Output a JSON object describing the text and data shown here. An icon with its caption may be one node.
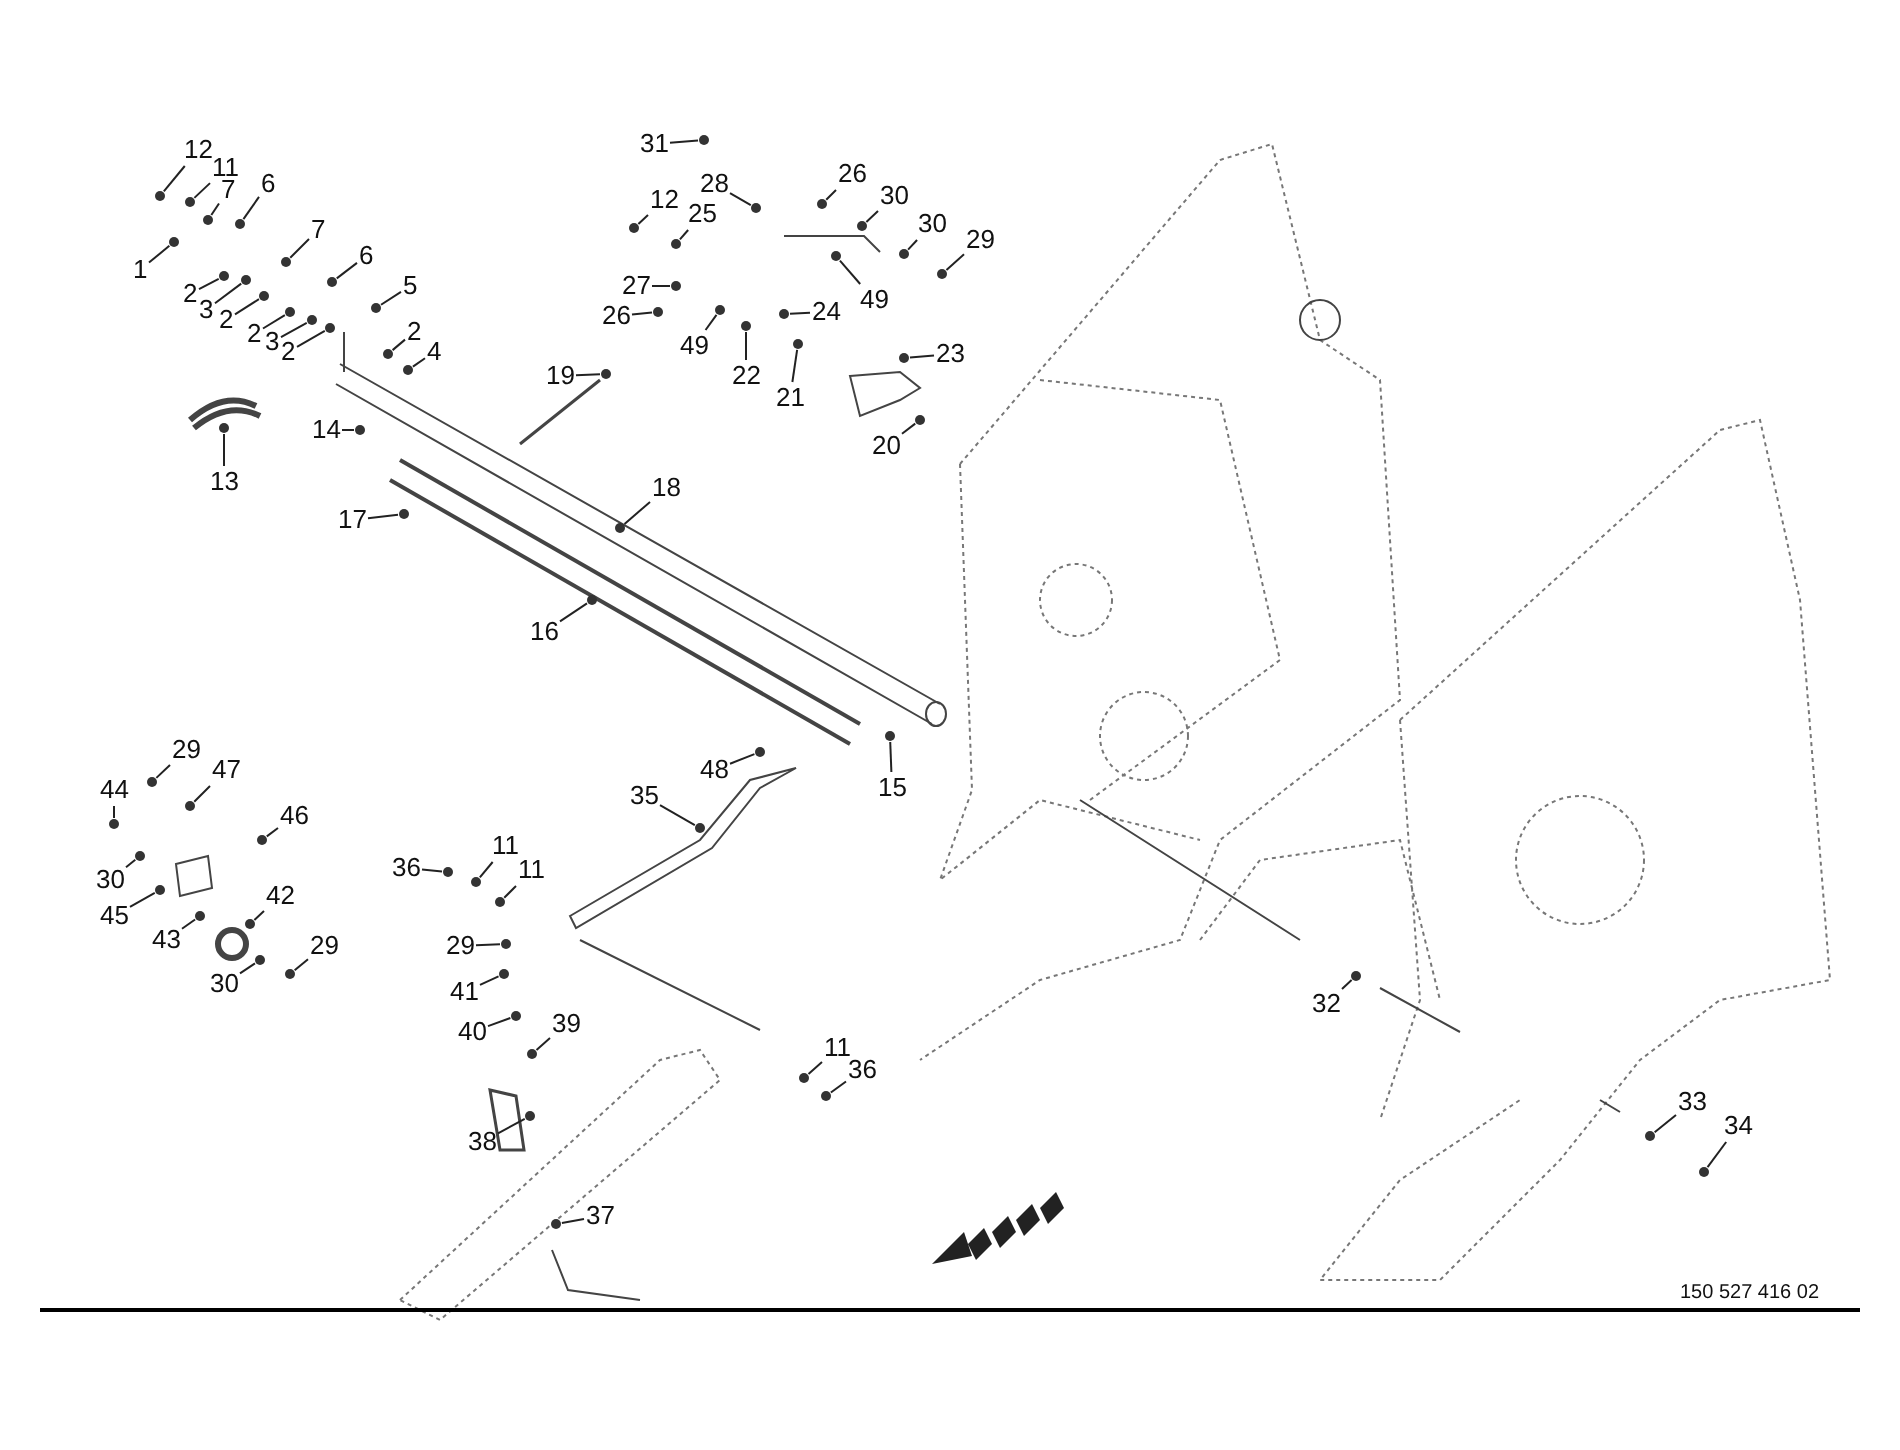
{
  "diagram": {
    "nodes": [
      {
        "text": [
          "12"
        ]
      },
      {
        "text": [
          "31"
        ]
      },
      {
        "text": [
          "11"
        ]
      },
      {
        "text": [
          "7"
        ]
      },
      {
        "text": [
          "6"
        ]
      },
      {
        "text": [
          "26"
        ]
      },
      {
        "text": [
          "28"
        ]
      },
      {
        "text": [
          "30"
        ]
      },
      {
        "text": [
          "12"
        ]
      },
      {
        "text": [
          "25"
        ]
      },
      {
        "text": [
          "30"
        ]
      },
      {
        "text": [
          "7"
        ]
      },
      {
        "text": [
          "29"
        ]
      },
      {
        "text": [
          "6"
        ]
      },
      {
        "text": [
          "1"
        ]
      },
      {
        "text": [
          "27"
        ]
      },
      {
        "text": [
          "5"
        ]
      },
      {
        "text": [
          "49"
        ]
      },
      {
        "text": [
          "2"
        ]
      },
      {
        "text": [
          "3"
        ]
      },
      {
        "text": [
          "26"
        ]
      },
      {
        "text": [
          "24"
        ]
      },
      {
        "text": [
          "2"
        ]
      },
      {
        "text": [
          "2"
        ]
      },
      {
        "text": [
          "2"
        ]
      },
      {
        "text": [
          "3"
        ]
      },
      {
        "text": [
          "49"
        ]
      },
      {
        "text": [
          "2"
        ]
      },
      {
        "text": [
          "4"
        ]
      },
      {
        "text": [
          "23"
        ]
      },
      {
        "text": [
          "22"
        ]
      },
      {
        "text": [
          "19"
        ]
      },
      {
        "text": [
          "21"
        ]
      },
      {
        "text": [
          "14"
        ]
      },
      {
        "text": [
          "20"
        ]
      },
      {
        "text": [
          "13"
        ]
      },
      {
        "text": [
          "18"
        ]
      },
      {
        "text": [
          "17"
        ]
      },
      {
        "text": [
          "16"
        ]
      },
      {
        "text": [
          "29"
        ]
      },
      {
        "text": [
          "47"
        ]
      },
      {
        "text": [
          "15"
        ]
      },
      {
        "text": [
          "48"
        ]
      },
      {
        "text": [
          "44"
        ]
      },
      {
        "text": [
          "35"
        ]
      },
      {
        "text": [
          "46"
        ]
      },
      {
        "text": [
          "36"
        ]
      },
      {
        "text": [
          "11"
        ]
      },
      {
        "text": [
          "11"
        ]
      },
      {
        "text": [
          "30"
        ]
      },
      {
        "text": [
          "42"
        ]
      },
      {
        "text": [
          "45"
        ]
      },
      {
        "text": [
          "43"
        ]
      },
      {
        "text": [
          "29"
        ]
      },
      {
        "text": [
          "29"
        ]
      },
      {
        "text": [
          "30"
        ]
      },
      {
        "text": [
          "41"
        ]
      },
      {
        "text": [
          "32"
        ]
      },
      {
        "text": [
          "40"
        ]
      },
      {
        "text": [
          "39"
        ]
      },
      {
        "text": [
          "11"
        ]
      },
      {
        "text": [
          "36"
        ]
      },
      {
        "text": [
          "33"
        ]
      },
      {
        "text": [
          "34"
        ]
      },
      {
        "text": [
          "38"
        ]
      },
      {
        "text": [
          "37"
        ]
      },
      {
        "text": [],
        "shape": "circle"
      },
      {
        "text": [],
        "shape": "circle"
      },
      {
        "text": [],
        "shape": "circle"
      },
      {
        "text": [],
        "shape": "circle"
      },
      {
        "text": [],
        "shape": "circle"
      },
      {
        "text": [],
        "shape": "circle"
      },
      {
        "text": [],
        "shape": "circle"
      },
      {
        "text": [],
        "shape": "circle"
      },
      {
        "text": [],
        "shape": "circle"
      },
      {
        "text": [],
        "shape": "circle"
      },
      {
        "text": [],
        "shape": "circle"
      },
      {
        "text": [],
        "shape": "circle"
      },
      {
        "text": [],
        "shape": "circle"
      },
      {
        "text": [],
        "shape": "circle"
      },
      {
        "text": [],
        "shape": "circle"
      },
      {
        "text": [],
        "shape": "circle"
      },
      {
        "text": [],
        "shape": "circle"
      },
      {
        "text": [],
        "shape": "circle"
      },
      {
        "text": [],
        "shape": "circle"
      },
      {
        "text": [],
        "shape": "circle"
      },
      {
        "text": [],
        "shape": "circle"
      },
      {
        "text": [],
        "shape": "circle"
      },
      {
        "text": [],
        "shape": "circle"
      },
      {
        "text": [],
        "shape": "circle"
      },
      {
        "text": [],
        "shape": "circle"
      },
      {
        "text": [],
        "shape": "circle"
      },
      {
        "text": [],
        "shape": "circle"
      },
      {
        "text": [],
        "shape": "circle"
      },
      {
        "text": [],
        "shape": "circle"
      },
      {
        "text": [],
        "shape": "circle"
      },
      {
        "text": [],
        "shape": "circle"
      },
      {
        "text": [],
        "shape": "circle"
      },
      {
        "text": [],
        "shape": "circle"
      },
      {
        "text": [],
        "shape": "circle"
      },
      {
        "text": [],
        "shape": "circle"
      },
      {
        "text": [],
        "shape": "circle"
      },
      {
        "text": [],
        "shape": "circle"
      },
      {
        "text": [],
        "shape": "circle"
      },
      {
        "text": [],
        "shape": "circle"
      },
      {
        "text": [],
        "shape": "circle"
      },
      {
        "text": [],
        "shape": "circle"
      },
      {
        "text": [],
        "shape": "circle"
      },
      {
        "text": [],
        "shape": "circle"
      },
      {
        "text": [],
        "shape": "circle"
      },
      {
        "text": [],
        "shape": "circle"
      },
      {
        "text": [],
        "shape": "circle"
      },
      {
        "text": [],
        "shape": "circle"
      },
      {
        "text": [],
        "shape": "circle"
      },
      {
        "text": [],
        "shape": "circle"
      },
      {
        "text": [],
        "shape": "circle"
      },
      {
        "text": [],
        "shape": "circle"
      },
      {
        "text": [],
        "shape": "circle"
      },
      {
        "text": [],
        "shape": "circle"
      },
      {
        "text": [],
        "shape": "circle"
      },
      {
        "text": [],
        "shape": "circle"
      },
      {
        "text": [],
        "shape": "circle"
      },
      {
        "text": [],
        "shape": "circle"
      },
      {
        "text": [],
        "shape": "circle"
      },
      {
        "text": [],
        "shape": "circle"
      },
      {
        "text": [],
        "shape": "circle"
      },
      {
        "text": [],
        "shape": "circle"
      },
      {
        "text": [],
        "shape": "circle"
      },
      {
        "text": [],
        "shape": "circle"
      },
      {
        "text": [],
        "shape": "circle"
      },
      {
        "text": [],
        "shape": "circle"
      },
      {
        "text": [],
        "shape": "circle"
      }
    ],
    "edges": [
      {
        "from": 0,
        "to": 66,
        "arrow": "none"
      },
      {
        "from": 1,
        "to": 67,
        "arrow": "none"
      },
      {
        "from": 2,
        "to": 68,
        "arrow": "none"
      },
      {
        "from": 3,
        "to": 69,
        "arrow": "none"
      },
      {
        "from": 4,
        "to": 70,
        "arrow": "none"
      },
      {
        "from": 5,
        "to": 71,
        "arrow": "none"
      },
      {
        "from": 6,
        "to": 72,
        "arrow": "none"
      },
      {
        "from": 7,
        "to": 73,
        "arrow": "none"
      },
      {
        "from": 8,
        "to": 74,
        "arrow": "none"
      },
      {
        "from": 9,
        "to": 75,
        "arrow": "none"
      },
      {
        "from": 10,
        "to": 76,
        "arrow": "none"
      },
      {
        "from": 11,
        "to": 77,
        "arrow": "none"
      },
      {
        "from": 12,
        "to": 78,
        "arrow": "none"
      },
      {
        "from": 13,
        "to": 79,
        "arrow": "none"
      },
      {
        "from": 14,
        "to": 80,
        "arrow": "none"
      },
      {
        "from": 15,
        "to": 81,
        "arrow": "none"
      },
      {
        "from": 16,
        "to": 82,
        "arrow": "none"
      },
      {
        "from": 17,
        "to": 83,
        "arrow": "none"
      },
      {
        "from": 18,
        "to": 84,
        "arrow": "none"
      },
      {
        "from": 19,
        "to": 85,
        "arrow": "none"
      },
      {
        "from": 20,
        "to": 86,
        "arrow": "none"
      },
      {
        "from": 21,
        "to": 87,
        "arrow": "none"
      },
      {
        "from": 22,
        "to": 88,
        "arrow": "none"
      },
      {
        "from": 23,
        "to": 89,
        "arrow": "none"
      },
      {
        "from": 24,
        "to": 90,
        "arrow": "none"
      },
      {
        "from": 25,
        "to": 91,
        "arrow": "none"
      },
      {
        "from": 26,
        "to": 92,
        "arrow": "none"
      },
      {
        "from": 27,
        "to": 93,
        "arrow": "none"
      },
      {
        "from": 28,
        "to": 94,
        "arrow": "none"
      },
      {
        "from": 29,
        "to": 95,
        "arrow": "none"
      },
      {
        "from": 30,
        "to": 96,
        "arrow": "none"
      },
      {
        "from": 31,
        "to": 97,
        "arrow": "none"
      },
      {
        "from": 32,
        "to": 98,
        "arrow": "none"
      },
      {
        "from": 33,
        "to": 99,
        "arrow": "none"
      },
      {
        "from": 34,
        "to": 100,
        "arrow": "none"
      },
      {
        "from": 35,
        "to": 101,
        "arrow": "none"
      },
      {
        "from": 36,
        "to": 102,
        "arrow": "none"
      },
      {
        "from": 37,
        "to": 103,
        "arrow": "none"
      },
      {
        "from": 38,
        "to": 104,
        "arrow": "none"
      },
      {
        "from": 39,
        "to": 105,
        "arrow": "none"
      },
      {
        "from": 40,
        "to": 106,
        "arrow": "none"
      },
      {
        "from": 41,
        "to": 107,
        "arrow": "none"
      },
      {
        "from": 42,
        "to": 108,
        "arrow": "none"
      },
      {
        "from": 43,
        "to": 109,
        "arrow": "none"
      },
      {
        "from": 44,
        "to": 110,
        "arrow": "none"
      },
      {
        "from": 45,
        "to": 111,
        "arrow": "none"
      },
      {
        "from": 46,
        "to": 112,
        "arrow": "none"
      },
      {
        "from": 47,
        "to": 113,
        "arrow": "none"
      },
      {
        "from": 48,
        "to": 114,
        "arrow": "none"
      },
      {
        "from": 49,
        "to": 115,
        "arrow": "none"
      },
      {
        "from": 50,
        "to": 116,
        "arrow": "none"
      },
      {
        "from": 51,
        "to": 117,
        "arrow": "none"
      },
      {
        "from": 52,
        "to": 118,
        "arrow": "none"
      },
      {
        "from": 53,
        "to": 119,
        "arrow": "none"
      },
      {
        "from": 54,
        "to": 120,
        "arrow": "none"
      },
      {
        "from": 55,
        "to": 121,
        "arrow": "none"
      },
      {
        "from": 56,
        "to": 122,
        "arrow": "none"
      },
      {
        "from": 57,
        "to": 123,
        "arrow": "none"
      },
      {
        "from": 58,
        "to": 124,
        "arrow": "none"
      },
      {
        "from": 59,
        "to": 125,
        "arrow": "none"
      },
      {
        "from": 60,
        "to": 126,
        "arrow": "none"
      },
      {
        "from": 61,
        "to": 127,
        "arrow": "none"
      },
      {
        "from": 62,
        "to": 128,
        "arrow": "none"
      },
      {
        "from": 63,
        "to": 129,
        "arrow": "none"
      },
      {
        "from": 64,
        "to": 130,
        "arrow": "none"
      },
      {
        "from": 65,
        "to": 131,
        "arrow": "none"
      }
    ],
    "labels": [
      "150 527 416 02"
    ]
  }
}
